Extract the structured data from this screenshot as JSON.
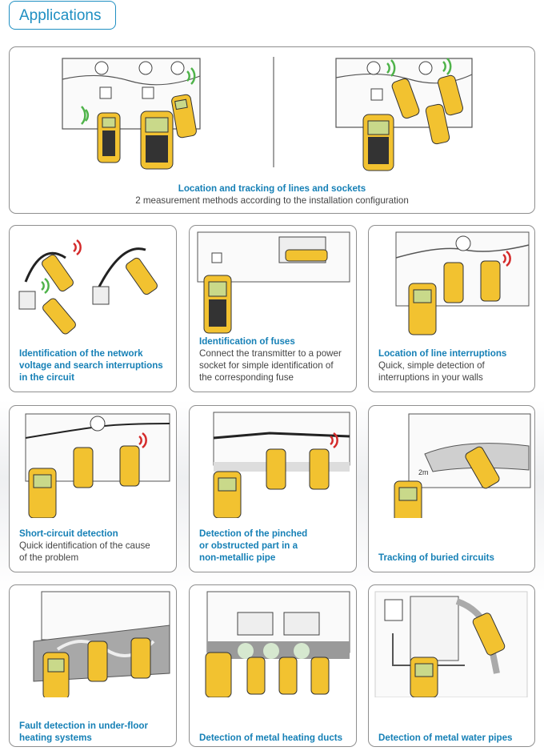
{
  "title": "Applications",
  "colors": {
    "accent": "#1f8fc2",
    "device": "#f2c230",
    "signal_green": "#4fb34a",
    "signal_red": "#d42b2b"
  },
  "top": {
    "title": "Location and tracking of lines and sockets",
    "text": "2 measurement methods according to the installation configuration"
  },
  "cards": [
    {
      "title_lines": [
        "Identification of the network",
        "voltage and search interruptions",
        "in the circuit"
      ],
      "text_lines": []
    },
    {
      "title_lines": [
        "Identification of fuses"
      ],
      "text_lines": [
        "Connect the transmitter to a power",
        "socket for simple identification of",
        "the corresponding fuse"
      ]
    },
    {
      "title_lines": [
        "Location of line interruptions"
      ],
      "text_lines": [
        "Quick, simple detection of",
        "interruptions in your walls"
      ]
    },
    {
      "title_lines": [
        "Short-circuit detection"
      ],
      "text_lines": [
        "Quick identification of the cause",
        "of the problem"
      ]
    },
    {
      "title_lines": [
        "Detection of the pinched",
        "or obstructed part in a",
        "non-metallic pipe"
      ],
      "text_lines": []
    },
    {
      "title_lines": [
        "Tracking of buried circuits"
      ],
      "text_lines": []
    },
    {
      "title_lines": [
        "Fault detection in under-floor",
        "heating systems"
      ],
      "text_lines": []
    },
    {
      "title_lines": [
        "Detection of metal heating ducts"
      ],
      "text_lines": []
    },
    {
      "title_lines": [
        "Detection of metal water pipes"
      ],
      "text_lines": []
    }
  ],
  "measure_label": "2m"
}
